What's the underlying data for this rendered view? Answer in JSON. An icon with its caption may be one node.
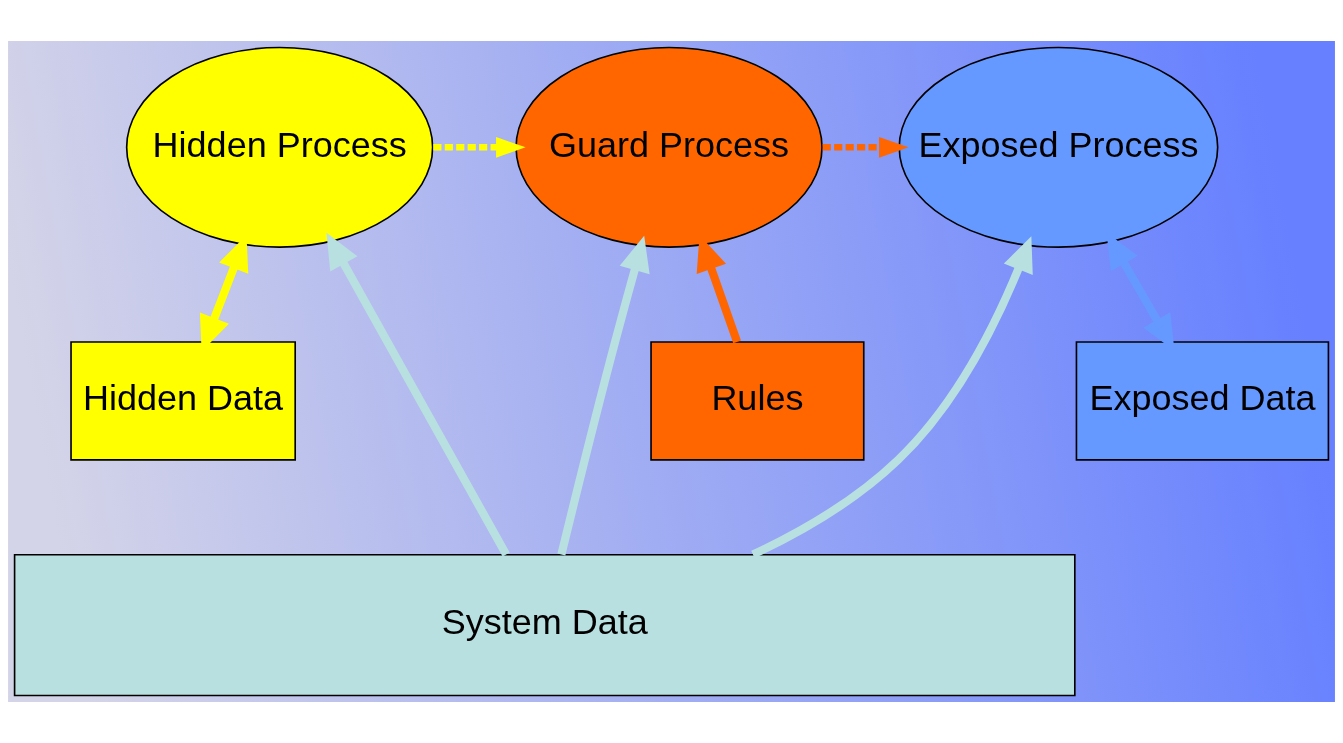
{
  "diagram": {
    "nodes": [
      {
        "text": [
          "Hidden Process"
        ]
      },
      {
        "text": [
          "Guard Process"
        ]
      },
      {
        "text": [
          "Exposed Process"
        ]
      },
      {
        "text": [
          "Hidden Data"
        ]
      },
      {
        "text": [
          "Rules"
        ]
      },
      {
        "text": [
          "Exposed Data"
        ]
      },
      {
        "text": [
          "System Data"
        ]
      }
    ],
    "edges": [
      {
        "from": 0,
        "to": 1,
        "arrow": "to",
        "style": "dashed",
        "color": "#ffff00"
      },
      {
        "from": 1,
        "to": 2,
        "arrow": "to",
        "style": "dashed",
        "color": "#ff6600"
      },
      {
        "from": 0,
        "to": 3,
        "arrow": "both",
        "color": "#ffff00"
      },
      {
        "from": 6,
        "to": 0,
        "arrow": "to"
      },
      {
        "from": 6,
        "to": 1,
        "arrow": "to"
      },
      {
        "from": 4,
        "to": 1,
        "arrow": "to",
        "color": "#ff6600"
      },
      {
        "from": 6,
        "to": 2,
        "arrow": "to"
      },
      {
        "from": 2,
        "to": 5,
        "arrow": "both",
        "color": "#6699ff"
      }
    ]
  }
}
